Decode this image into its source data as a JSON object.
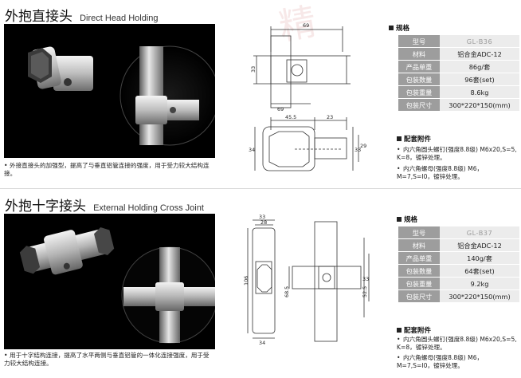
{
  "watermark": "精",
  "section1": {
    "title_cn": "外抱直接头",
    "title_en": "Direct Head Holding",
    "description": "外接直接头的加强型，提高了与垂直铝管连接的强度，用于受力较大结构连接。",
    "spec_header": "规格",
    "specs": [
      {
        "key": "型号",
        "value": "GL-B36"
      },
      {
        "key": "材料",
        "value": "铝合金ADC-12"
      },
      {
        "key": "产品单重",
        "value": "86g/套"
      },
      {
        "key": "包装数量",
        "value": "96套(set)"
      },
      {
        "key": "包装重量",
        "value": "8.6kg"
      },
      {
        "key": "包装尺寸",
        "value": "300*220*150(mm)"
      }
    ],
    "accessory_header": "配套附件",
    "accessories": [
      "内六角圆头螺钉(强度8.8级) M6x20,S=5, K=8，镀锌处理。",
      "内六角螺母(强度8.8级) M6，M=7,S=I0，镀锌处理。"
    ],
    "dims": {
      "d69a": "69",
      "d33": "33",
      "d69b": "69",
      "d455": "45.5",
      "d23a": "23",
      "d34": "34",
      "d33b": "33",
      "d29": "29"
    }
  },
  "section2": {
    "title_cn": "外抱十字接头",
    "title_en": "External Holding Cross Joint",
    "description": "用于十字结构连接，提高了水平两侧与垂直铝管的一体化连接强度，用于受力较大结构连接。",
    "spec_header": "规格",
    "specs": [
      {
        "key": "型号",
        "value": "GL-B37"
      },
      {
        "key": "材料",
        "value": "铝合金ADC-12"
      },
      {
        "key": "产品单重",
        "value": "140g/套"
      },
      {
        "key": "包装数量",
        "value": "64套(set)"
      },
      {
        "key": "包装重量",
        "value": "9.2kg"
      },
      {
        "key": "包装尺寸",
        "value": "300*220*150(mm)"
      }
    ],
    "accessory_header": "配套附件",
    "accessories": [
      "内六角圆头螺钉(强度8.8级) M6x20,S=5, K=8，镀锌处理。",
      "内六角螺母(强度8.8级) M6，M=7,S=I0，镀锌处理。"
    ],
    "dims": {
      "d33": "33",
      "d28": "28",
      "d106": "106",
      "d685": "68.5",
      "d525": "52.5",
      "d34": "34",
      "d33b": "33"
    }
  }
}
